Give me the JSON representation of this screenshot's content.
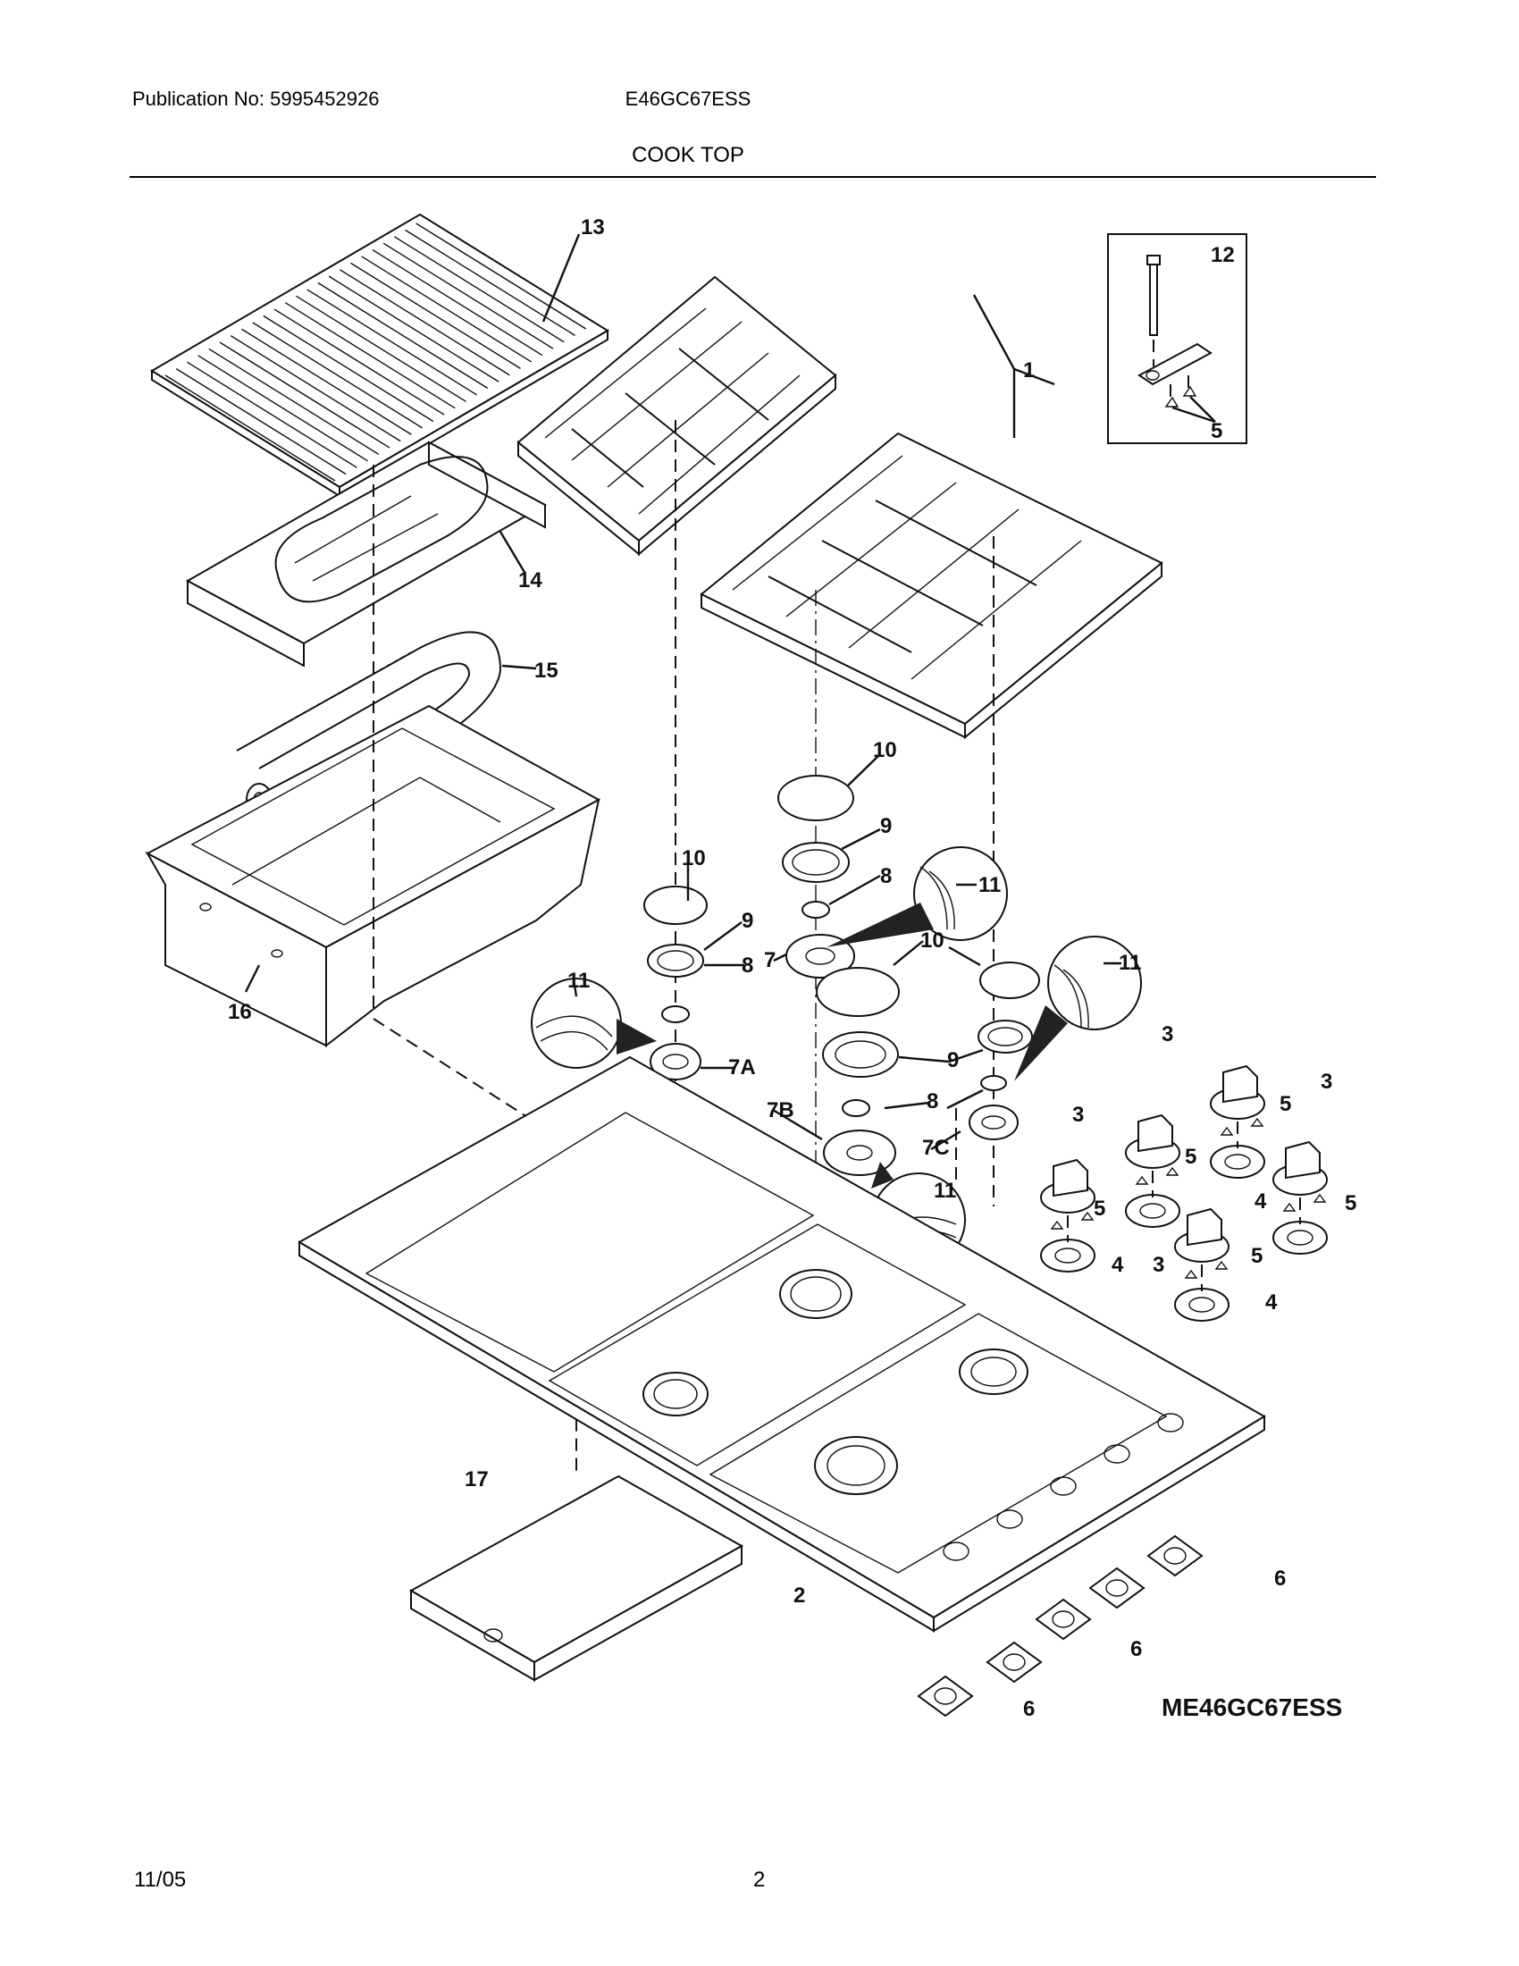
{
  "header": {
    "publication_label": "Publication No: 5995452926",
    "model": "E46GC67ESS",
    "section_title": "COOK TOP"
  },
  "diagram": {
    "model_code": "ME46GC67ESS",
    "callouts": [
      {
        "id": "c13",
        "label": "13",
        "part": "griddle"
      },
      {
        "id": "c12",
        "label": "12",
        "part": "hold-down bracket kit"
      },
      {
        "id": "c12-5",
        "label": "5",
        "part": "screw (kit)"
      },
      {
        "id": "c1",
        "label": "1",
        "part": "burner grate"
      },
      {
        "id": "c14",
        "label": "14",
        "part": "griddle flame spreader"
      },
      {
        "id": "c15",
        "label": "15",
        "part": "griddle burner"
      },
      {
        "id": "c10a",
        "label": "10",
        "part": "burner cap"
      },
      {
        "id": "c10b",
        "label": "10",
        "part": "burner cap"
      },
      {
        "id": "c9a",
        "label": "9",
        "part": "burner head"
      },
      {
        "id": "c8a",
        "label": "8",
        "part": "burner ring"
      },
      {
        "id": "c11a",
        "label": "11",
        "part": "electrode"
      },
      {
        "id": "c9b",
        "label": "9",
        "part": "burner head"
      },
      {
        "id": "c7",
        "label": "7",
        "part": "burner base"
      },
      {
        "id": "c10c",
        "label": "10",
        "part": "burner cap"
      },
      {
        "id": "c11b",
        "label": "11",
        "part": "electrode"
      },
      {
        "id": "c8b",
        "label": "8",
        "part": "burner ring"
      },
      {
        "id": "c16",
        "label": "16",
        "part": "griddle pan"
      },
      {
        "id": "c11c",
        "label": "11",
        "part": "electrode"
      },
      {
        "id": "c7a",
        "label": "7A",
        "part": "burner base"
      },
      {
        "id": "c9c",
        "label": "9",
        "part": "burner head"
      },
      {
        "id": "c3a",
        "label": "3",
        "part": "knob"
      },
      {
        "id": "c3b",
        "label": "3",
        "part": "knob"
      },
      {
        "id": "c8c",
        "label": "8",
        "part": "burner ring"
      },
      {
        "id": "c7b",
        "label": "7B",
        "part": "burner base"
      },
      {
        "id": "c5a",
        "label": "5",
        "part": "screw"
      },
      {
        "id": "c3c",
        "label": "3",
        "part": "knob"
      },
      {
        "id": "c7c",
        "label": "7C",
        "part": "burner base"
      },
      {
        "id": "c5b",
        "label": "5",
        "part": "screw"
      },
      {
        "id": "c11d",
        "label": "11",
        "part": "electrode"
      },
      {
        "id": "c4a",
        "label": "4",
        "part": "bezel"
      },
      {
        "id": "c5c",
        "label": "5",
        "part": "screw"
      },
      {
        "id": "c5d",
        "label": "5",
        "part": "screw"
      },
      {
        "id": "c3d",
        "label": "3",
        "part": "knob"
      },
      {
        "id": "c5e",
        "label": "5",
        "part": "screw"
      },
      {
        "id": "c4b",
        "label": "4",
        "part": "bezel"
      },
      {
        "id": "c4c",
        "label": "4",
        "part": "bezel"
      },
      {
        "id": "c4d",
        "label": "4",
        "part": "bezel"
      },
      {
        "id": "c17",
        "label": "17",
        "part": "drip tray"
      },
      {
        "id": "c2",
        "label": "2",
        "part": "cooktop"
      },
      {
        "id": "c6a",
        "label": "6",
        "part": "gasket"
      },
      {
        "id": "c6b",
        "label": "6",
        "part": "gasket"
      },
      {
        "id": "c6c",
        "label": "6",
        "part": "gasket"
      }
    ]
  },
  "footer": {
    "date": "11/05",
    "page": "2"
  }
}
